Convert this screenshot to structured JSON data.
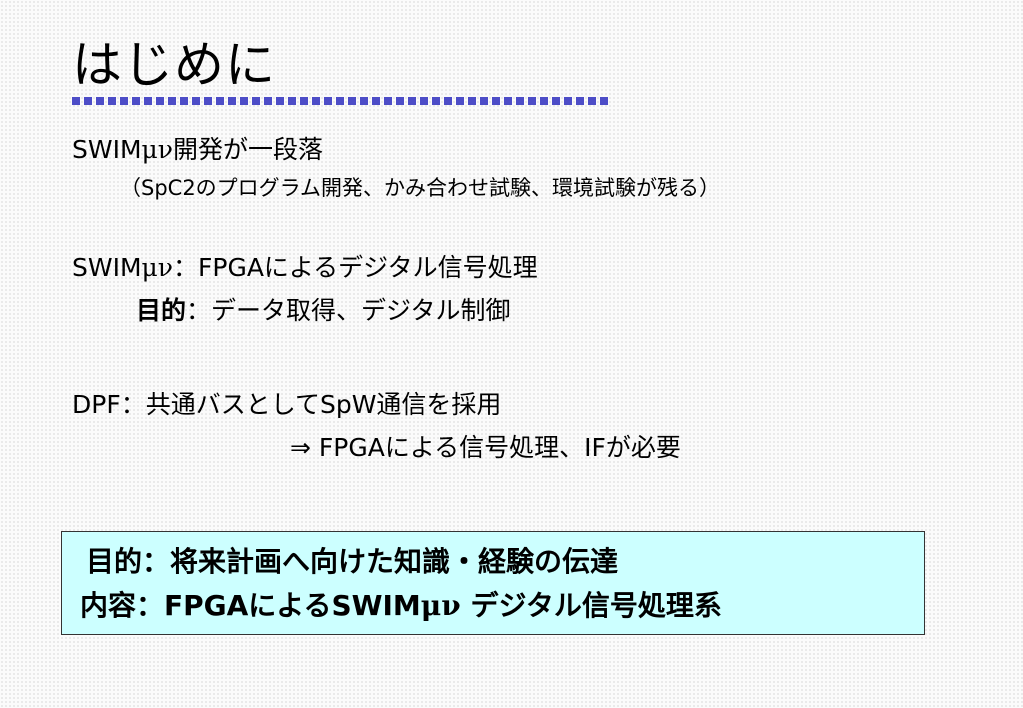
{
  "slide": {
    "title": "はじめに",
    "line1": {
      "prefix": "SWIM",
      "greek": "μν",
      "suffix": "開発が一段落"
    },
    "line2": "（SpC2のプログラム開発、かみ合わせ試験、環境試験が残る）",
    "line3": {
      "prefix": "SWIM",
      "greek": "μν",
      "suffix": "：FPGAによるデジタル信号処理"
    },
    "line4": {
      "label": "目的",
      "text": "：データ取得、デジタル制御"
    },
    "line5": "DPF：共通バスとしてSpW通信を採用",
    "line6": "⇒ FPGAによる信号処理、IFが必要"
  },
  "summary": {
    "line1": "目的：将来計画へ向けた知識・経験の伝達",
    "line2": {
      "prefix": "内容：FPGAによるSWIM",
      "greek": "μν",
      "suffix": " デジタル信号処理系"
    }
  }
}
